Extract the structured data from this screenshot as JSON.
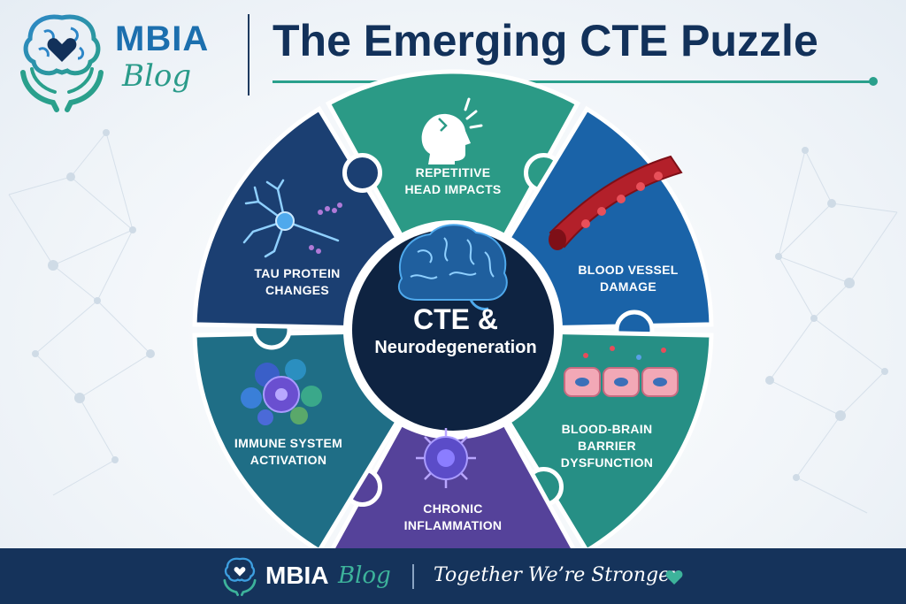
{
  "brand": {
    "name": "MBIA",
    "sub": "Blog"
  },
  "title": "The Emerging CTE Puzzle",
  "center": {
    "title": "CTE &",
    "subtitle": "Neurodegeneration"
  },
  "segments": [
    {
      "id": "head-impacts",
      "lines": [
        "REPETITIVE",
        "HEAD IMPACTS"
      ],
      "color": "#2b9a86",
      "icon": "head-impact-icon"
    },
    {
      "id": "blood-vessel",
      "lines": [
        "BLOOD VESSEL",
        "DAMAGE"
      ],
      "color": "#1a63a8",
      "icon": "blood-vessel-icon"
    },
    {
      "id": "bbb",
      "lines": [
        "BLOOD-BRAIN",
        "BARRIER",
        "DYSFUNCTION"
      ],
      "color": "#268f85",
      "icon": "cell-barrier-icon"
    },
    {
      "id": "inflammation",
      "lines": [
        "CHRONIC",
        "INFLAMMATION"
      ],
      "color": "#55429a",
      "icon": "virus-cell-icon"
    },
    {
      "id": "immune",
      "lines": [
        "IMMUNE SYSTEM",
        "ACTIVATION"
      ],
      "color": "#1f6e86",
      "icon": "immune-cells-icon"
    },
    {
      "id": "tau",
      "lines": [
        "TAU PROTEIN",
        "CHANGES"
      ],
      "color": "#1b3f72",
      "icon": "neuron-icon"
    }
  ],
  "colors": {
    "navy": "#12315a",
    "teal": "#2aa08c",
    "footer": "#15335b",
    "center": "#0e2341"
  },
  "footer": {
    "brand": "MBIA",
    "brand_sub": "Blog",
    "tagline": "Together We’re Stronger"
  }
}
